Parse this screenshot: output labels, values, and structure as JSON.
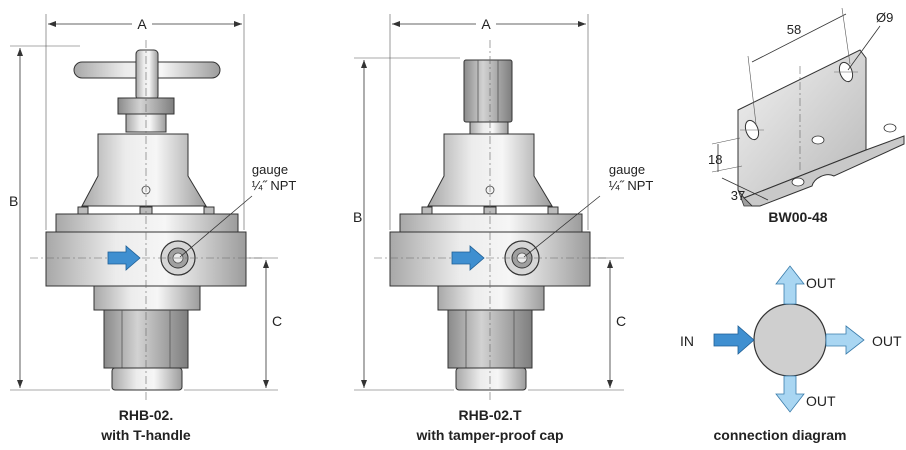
{
  "views": {
    "t_handle": {
      "dim_width": "A",
      "dim_height": "B",
      "dim_port": "C",
      "gauge_label_1": "gauge",
      "gauge_label_2": "¼˝ NPT",
      "caption_1": "RHB-02.",
      "caption_2": "with T-handle"
    },
    "tamper_cap": {
      "dim_width": "A",
      "dim_height": "B",
      "dim_port": "C",
      "gauge_label_1": "gauge",
      "gauge_label_2": "¼˝ NPT",
      "caption_1": "RHB-02.T",
      "caption_2": "with tamper-proof cap"
    }
  },
  "bracket": {
    "dim_length": "58",
    "dim_hole": "Ø9",
    "dim_height": "18",
    "dim_depth": "37",
    "caption": "BW00-48"
  },
  "connection": {
    "in_label": "IN",
    "out_top": "OUT",
    "out_right": "OUT",
    "out_bottom": "OUT",
    "caption": "connection diagram"
  },
  "colors": {
    "arrow_in": "#3f8fd0",
    "arrow_out": "#a9d6f2",
    "body_light": "#e4e4e4",
    "body_mid": "#c8c8c8",
    "circle_fill": "#cfcfcf"
  }
}
